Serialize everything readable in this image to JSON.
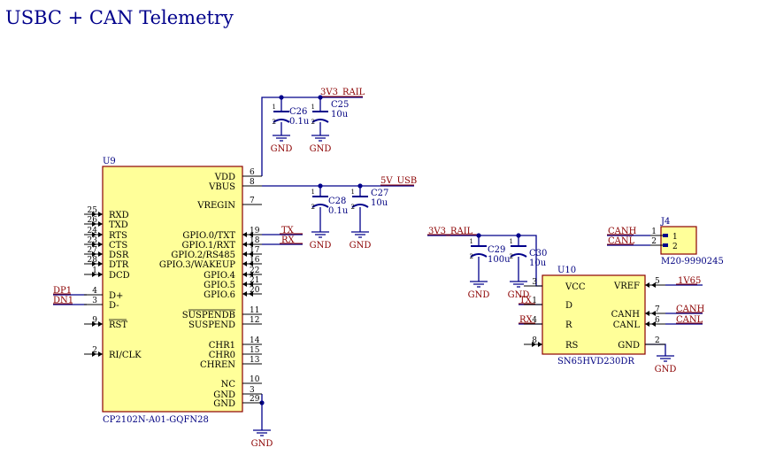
{
  "title": "USBC + CAN Telemetry",
  "colors": {
    "wire": "#00008b",
    "net": "#8b0000",
    "refdes": "#000080",
    "body_fill": "#ffff99",
    "body_stroke": "#8b0000",
    "pin": "#000000",
    "background": "#ffffff"
  },
  "u9": {
    "ref": "U9",
    "part": "CP2102N-A01-GQFN28",
    "left_pins": [
      {
        "num": "25",
        "name": "RXD"
      },
      {
        "num": "26",
        "name": "TXD"
      },
      {
        "num": "24",
        "name": "RTS"
      },
      {
        "num": "23",
        "name": "CTS"
      },
      {
        "num": "27",
        "name": "DSR"
      },
      {
        "num": "28",
        "name": "DTR"
      },
      {
        "num": "1",
        "name": "DCD"
      },
      {
        "num": "4",
        "name": "D+"
      },
      {
        "num": "3",
        "name": "D-"
      },
      {
        "num": "9",
        "name": "RST"
      },
      {
        "num": "2",
        "name": "RI/CLK"
      }
    ],
    "right_pins": [
      {
        "num": "6",
        "name": "VDD"
      },
      {
        "num": "8",
        "name": "VBUS"
      },
      {
        "num": "7",
        "name": "VREGIN"
      },
      {
        "num": "19",
        "name": "GPIO.0/TXT"
      },
      {
        "num": "18",
        "name": "GPIO.1/RXT"
      },
      {
        "num": "17",
        "name": "GPIO.2/RS485"
      },
      {
        "num": "16",
        "name": "GPIO.3/WAKEUP"
      },
      {
        "num": "22",
        "name": "GPIO.4"
      },
      {
        "num": "21",
        "name": "GPIO.5"
      },
      {
        "num": "20",
        "name": "GPIO.6"
      },
      {
        "num": "11",
        "name": "SUSPENDB"
      },
      {
        "num": "12",
        "name": "SUSPEND"
      },
      {
        "num": "14",
        "name": "CHR1"
      },
      {
        "num": "15",
        "name": "CHR0"
      },
      {
        "num": "13",
        "name": "CHREN"
      },
      {
        "num": "10",
        "name": "NC"
      },
      {
        "num": "3",
        "name": "GND"
      },
      {
        "num": "29",
        "name": "GND"
      }
    ]
  },
  "u10": {
    "ref": "U10",
    "part": "SN65HVD230DR",
    "left_pins": [
      {
        "num": "3",
        "name": "VCC"
      },
      {
        "num": "1",
        "name": "D"
      },
      {
        "num": "4",
        "name": "R"
      },
      {
        "num": "8",
        "name": "RS"
      }
    ],
    "right_pins": [
      {
        "num": "5",
        "name": "VREF"
      },
      {
        "num": "7",
        "name": "CANH"
      },
      {
        "num": "6",
        "name": "CANL"
      },
      {
        "num": "2",
        "name": "GND"
      }
    ]
  },
  "j4": {
    "ref": "J4",
    "part": "M20-9990245",
    "pins": [
      {
        "num": "1",
        "name": "1",
        "net": "CANH"
      },
      {
        "num": "2",
        "name": "2",
        "net": "CANL"
      }
    ]
  },
  "capacitors": [
    {
      "ref": "C26",
      "value": "0.1u"
    },
    {
      "ref": "C25",
      "value": "10u"
    },
    {
      "ref": "C28",
      "value": "0.1u"
    },
    {
      "ref": "C27",
      "value": "10u"
    },
    {
      "ref": "C29",
      "value": "100u"
    },
    {
      "ref": "C30",
      "value": "10u"
    }
  ],
  "cap_pin_labels": [
    "1",
    "2"
  ],
  "nets": {
    "rail_3v3": "3V3_RAIL",
    "usb_5v": "5V_USB",
    "tx": "TX",
    "rx": "RX",
    "dp": "DP1",
    "dn": "DN1",
    "canh": "CANH",
    "canl": "CANL",
    "vref": "1V65",
    "gnd": "GND"
  }
}
